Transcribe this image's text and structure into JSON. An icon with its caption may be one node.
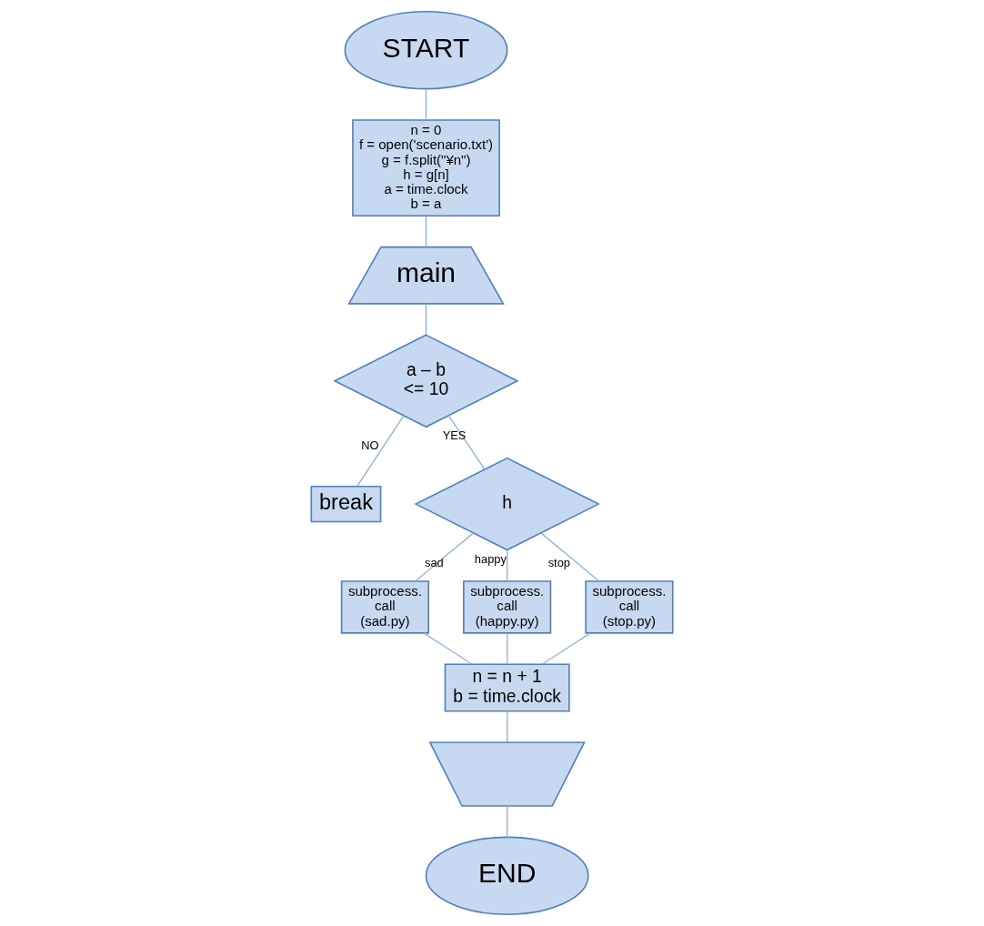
{
  "diagram": {
    "nodes": [
      {
        "text": [
          "START"
        ]
      },
      {
        "text": [
          "n = 0 f = open('scenario.txt') g = f.split(\"¥n\") h = g[n] a = time.clock b = a"
        ]
      },
      {
        "text": [
          "main"
        ]
      },
      {
        "text": [
          "a – b <= 10"
        ]
      },
      {
        "text": [
          "break"
        ]
      },
      {
        "text": [
          "h"
        ]
      },
      {
        "text": [
          "subprocess. call (sad.py)"
        ]
      },
      {
        "text": [
          "subprocess. call (happy.py)"
        ]
      },
      {
        "text": [
          "subprocess. call (stop.py)"
        ]
      },
      {
        "text": [
          "n = n + 1 b = time.clock"
        ]
      },
      {
        "text": [],
        "shape": "trapezoid"
      },
      {
        "text": [
          "END"
        ]
      }
    ],
    "edges": [
      {
        "from": 0,
        "to": 1,
        "arrow": "none"
      },
      {
        "from": 1,
        "to": 2,
        "arrow": "none"
      },
      {
        "from": 2,
        "to": 3,
        "arrow": "none"
      },
      {
        "from": 3,
        "to": 4,
        "arrow": "none",
        "label": "NO"
      },
      {
        "from": 3,
        "to": 5,
        "arrow": "none",
        "label": "YES"
      },
      {
        "from": 5,
        "to": 6,
        "arrow": "none",
        "label": "sad"
      },
      {
        "from": 5,
        "to": 7,
        "arrow": "none",
        "label": "happy"
      },
      {
        "from": 5,
        "to": 8,
        "arrow": "none",
        "label": "stop"
      },
      {
        "from": 6,
        "to": 9,
        "arrow": "none"
      },
      {
        "from": 7,
        "to": 9,
        "arrow": "none"
      },
      {
        "from": 8,
        "to": 9,
        "arrow": "none"
      },
      {
        "from": 9,
        "to": 10,
        "arrow": "none"
      },
      {
        "from": 10,
        "to": 11,
        "arrow": "none"
      }
    ]
  }
}
